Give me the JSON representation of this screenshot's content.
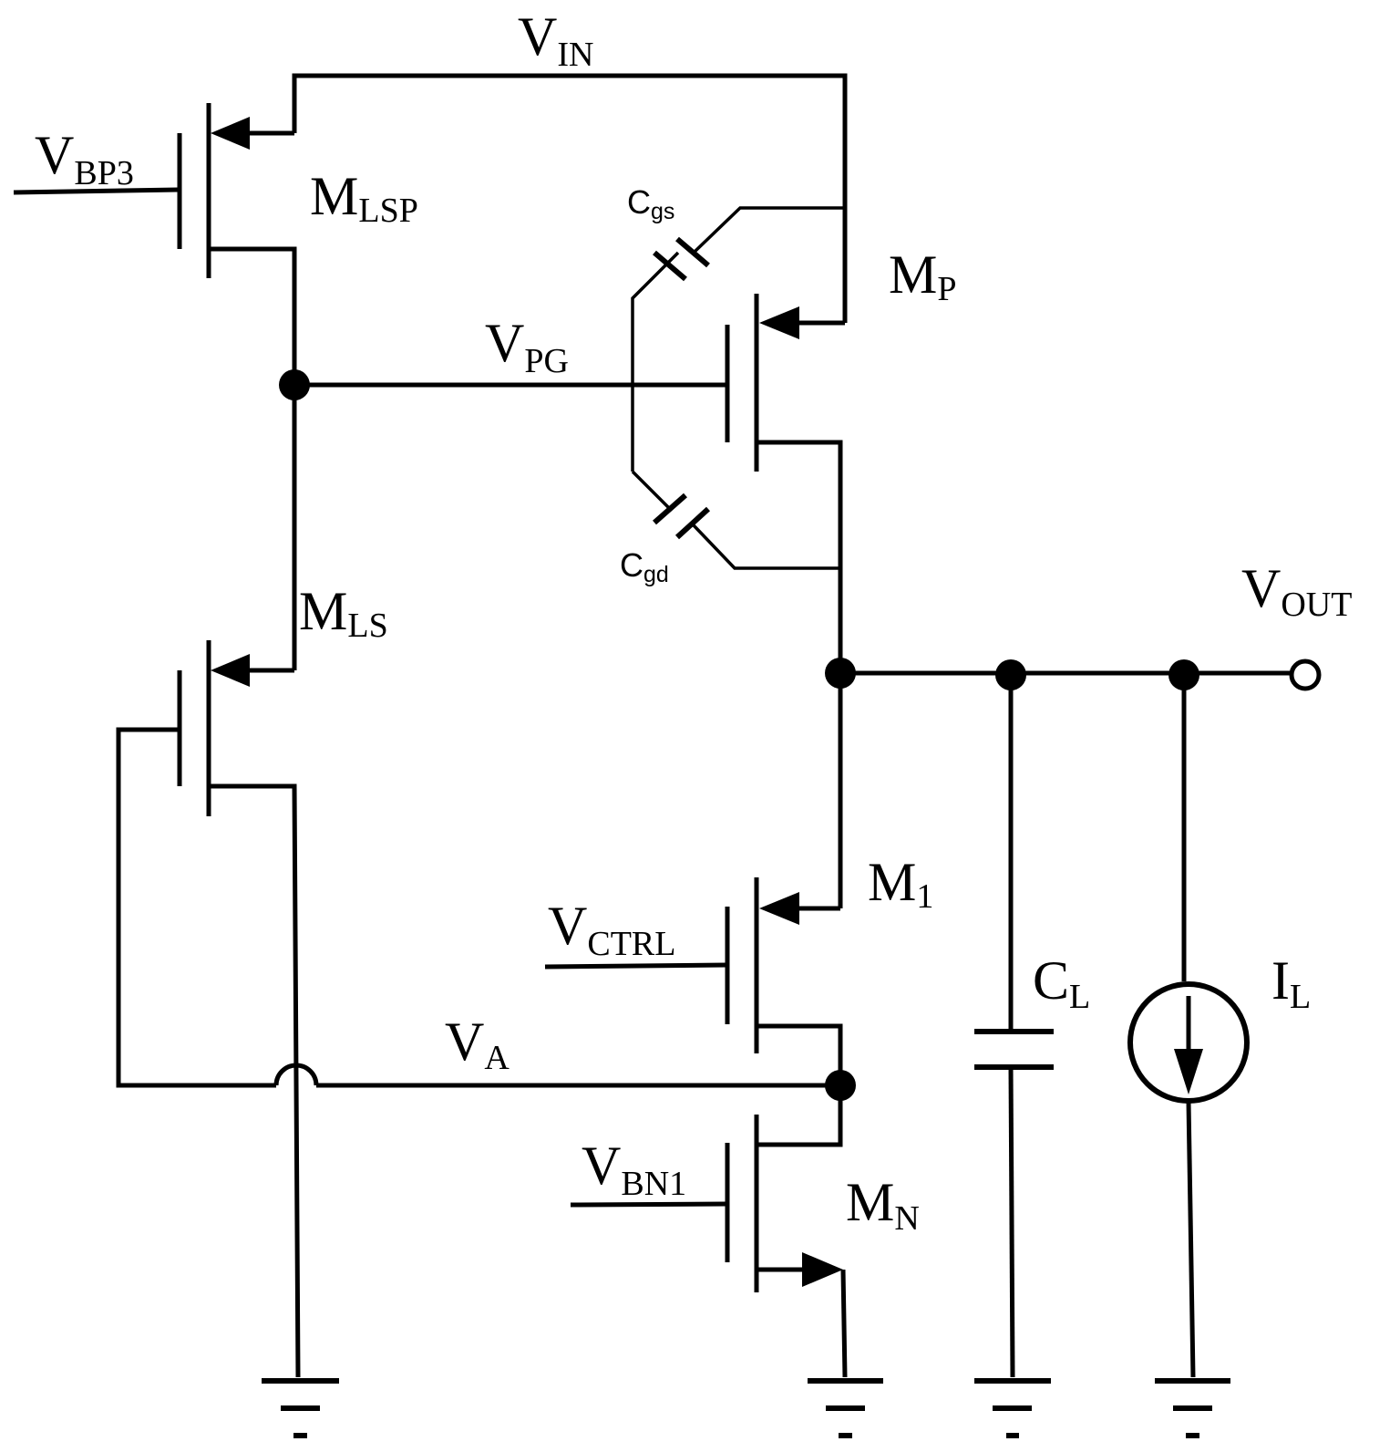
{
  "labels": {
    "vin": {
      "main": "V",
      "sub": "IN"
    },
    "vbp3": {
      "main": "V",
      "sub": "BP3"
    },
    "mlsp": {
      "main": "M",
      "sub": "LSP"
    },
    "cgs": {
      "main": "C",
      "sub": "gs"
    },
    "mp": {
      "main": "M",
      "sub": "P"
    },
    "vpg": {
      "main": "V",
      "sub": "PG"
    },
    "cgd": {
      "main": "C",
      "sub": "gd"
    },
    "vout": {
      "main": "V",
      "sub": "OUT"
    },
    "mls": {
      "main": "M",
      "sub": "LS"
    },
    "m1": {
      "main": "M",
      "sub": "1"
    },
    "vctrl": {
      "main": "V",
      "sub": "CTRL"
    },
    "cl": {
      "main": "C",
      "sub": "L"
    },
    "il": {
      "main": "I",
      "sub": "L"
    },
    "va": {
      "main": "V",
      "sub": "A"
    },
    "vbn1": {
      "main": "V",
      "sub": "BN1"
    },
    "mn": {
      "main": "M",
      "sub": "N"
    }
  },
  "colors": {
    "ink": "#000000",
    "background": "#ffffff"
  }
}
